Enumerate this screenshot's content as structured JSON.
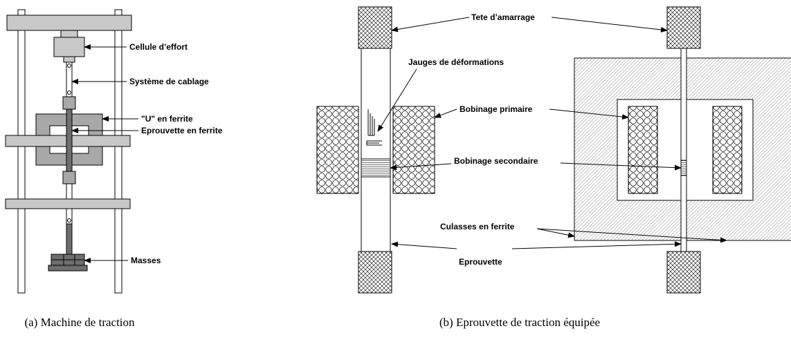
{
  "figure_a": {
    "caption": "(a) Machine de traction",
    "labels": {
      "load_cell": "Cellule d’effort",
      "cabling": "Système de cablage",
      "u_ferrite": "\"U\" en ferrite",
      "specimen": "Eprouvette en ferrite",
      "masses": "Masses"
    }
  },
  "figure_b": {
    "caption": "(b) Eprouvette de traction équipée",
    "labels": {
      "grip_head": "Tete d’amarrage",
      "strain_gauges": "Jauges de déformations",
      "primary_winding": "Bobinage primaire",
      "secondary_winding": "Bobinage secondaire",
      "ferrite_yokes": "Culasses en ferrite",
      "specimen": "Eprouvette"
    }
  },
  "colors": {
    "light_gray": "#c8c8c8",
    "mid_gray": "#a8a8a8",
    "dark_gray": "#6e6e6e",
    "outline": "#000000"
  }
}
